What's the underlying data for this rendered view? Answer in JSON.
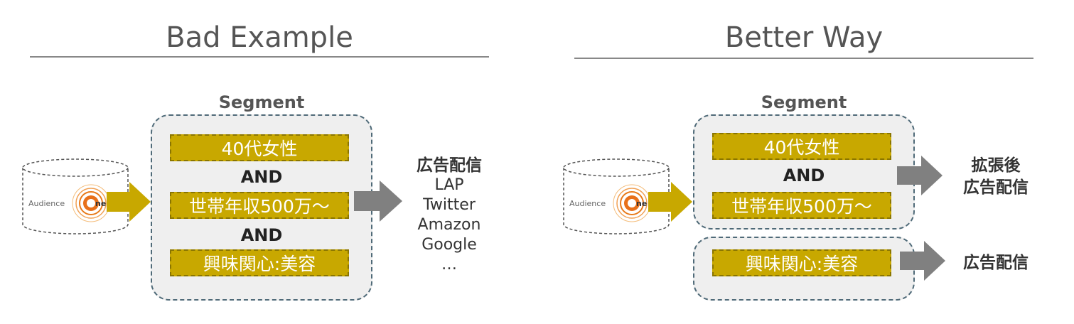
{
  "bad": {
    "title": "Bad Example",
    "segment_label": "Segment",
    "conditions": [
      "40代女性",
      "世帯年収500万～",
      "興味関心:美容"
    ],
    "connector": "AND",
    "output_heading": "広告配信",
    "output_items": [
      "LAP",
      "Twitter",
      "Amazon",
      "Google",
      "…"
    ]
  },
  "better": {
    "title": "Better Way",
    "segment_label": "Segment",
    "conditions": [
      "40代女性",
      "世帯年収500万～"
    ],
    "connector": "AND",
    "output_heading_line1": "拡張後",
    "output_heading_line2": "広告配信",
    "separate_condition": "興味関心:美容",
    "separate_output": "広告配信"
  },
  "logo": {
    "pre": "Audien",
    "mid": "c",
    "post": "e",
    "one": "ne",
    "mark": "®"
  },
  "colors": {
    "gold": "#c8a800",
    "gold_arrow": "#c8a800",
    "gray_arrow": "#808080",
    "box_border": "#4f6a78"
  }
}
